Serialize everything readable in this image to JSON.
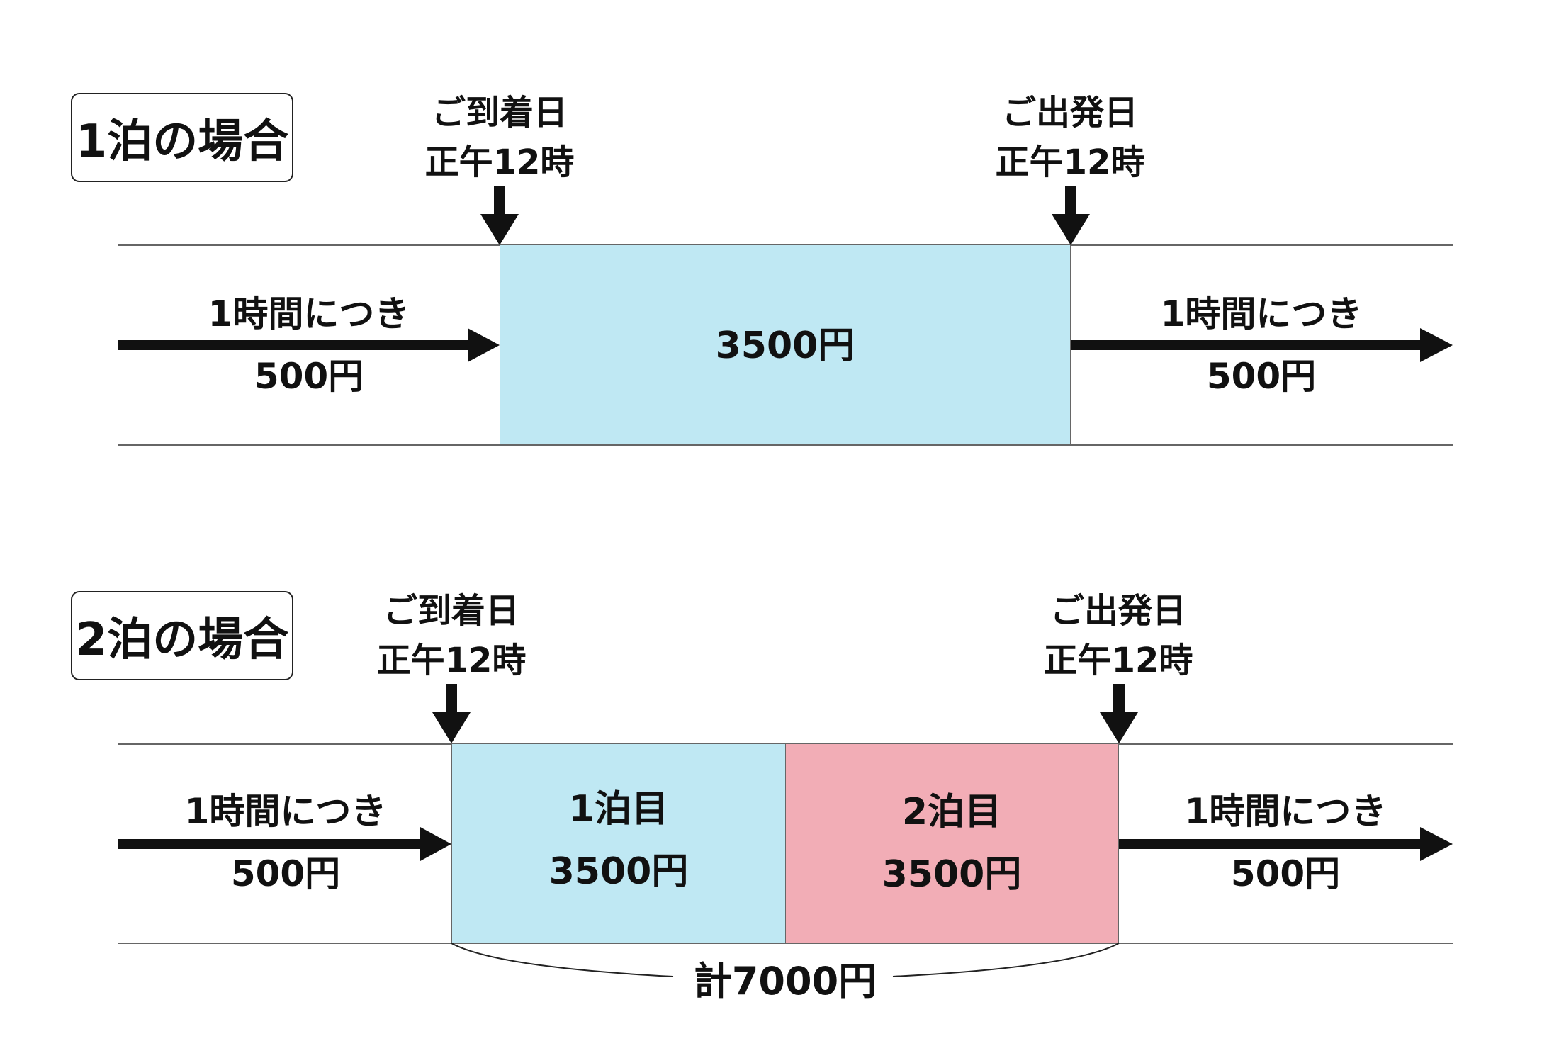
{
  "one_night": {
    "title": "1泊の場合",
    "arrival": {
      "line1": "ご到着日",
      "line2": "正午12時"
    },
    "departure": {
      "line1": "ご出発日",
      "line2": "正午12時"
    },
    "left_rate": {
      "line1": "1時間につき",
      "line2": "500円"
    },
    "right_rate": {
      "line1": "1時間につき",
      "line2": "500円"
    },
    "stay_price": "3500円",
    "colors": {
      "stay": "#bfe8f3"
    }
  },
  "two_nights": {
    "title": "2泊の場合",
    "arrival": {
      "line1": "ご到着日",
      "line2": "正午12時"
    },
    "departure": {
      "line1": "ご出発日",
      "line2": "正午12時"
    },
    "left_rate": {
      "line1": "1時間につき",
      "line2": "500円"
    },
    "right_rate": {
      "line1": "1時間につき",
      "line2": "500円"
    },
    "night1": {
      "label": "1泊目",
      "price": "3500円"
    },
    "night2": {
      "label": "2泊目",
      "price": "3500円"
    },
    "total": "計7000円",
    "colors": {
      "night1": "#bfe8f3",
      "night2": "#f2adb6"
    }
  }
}
